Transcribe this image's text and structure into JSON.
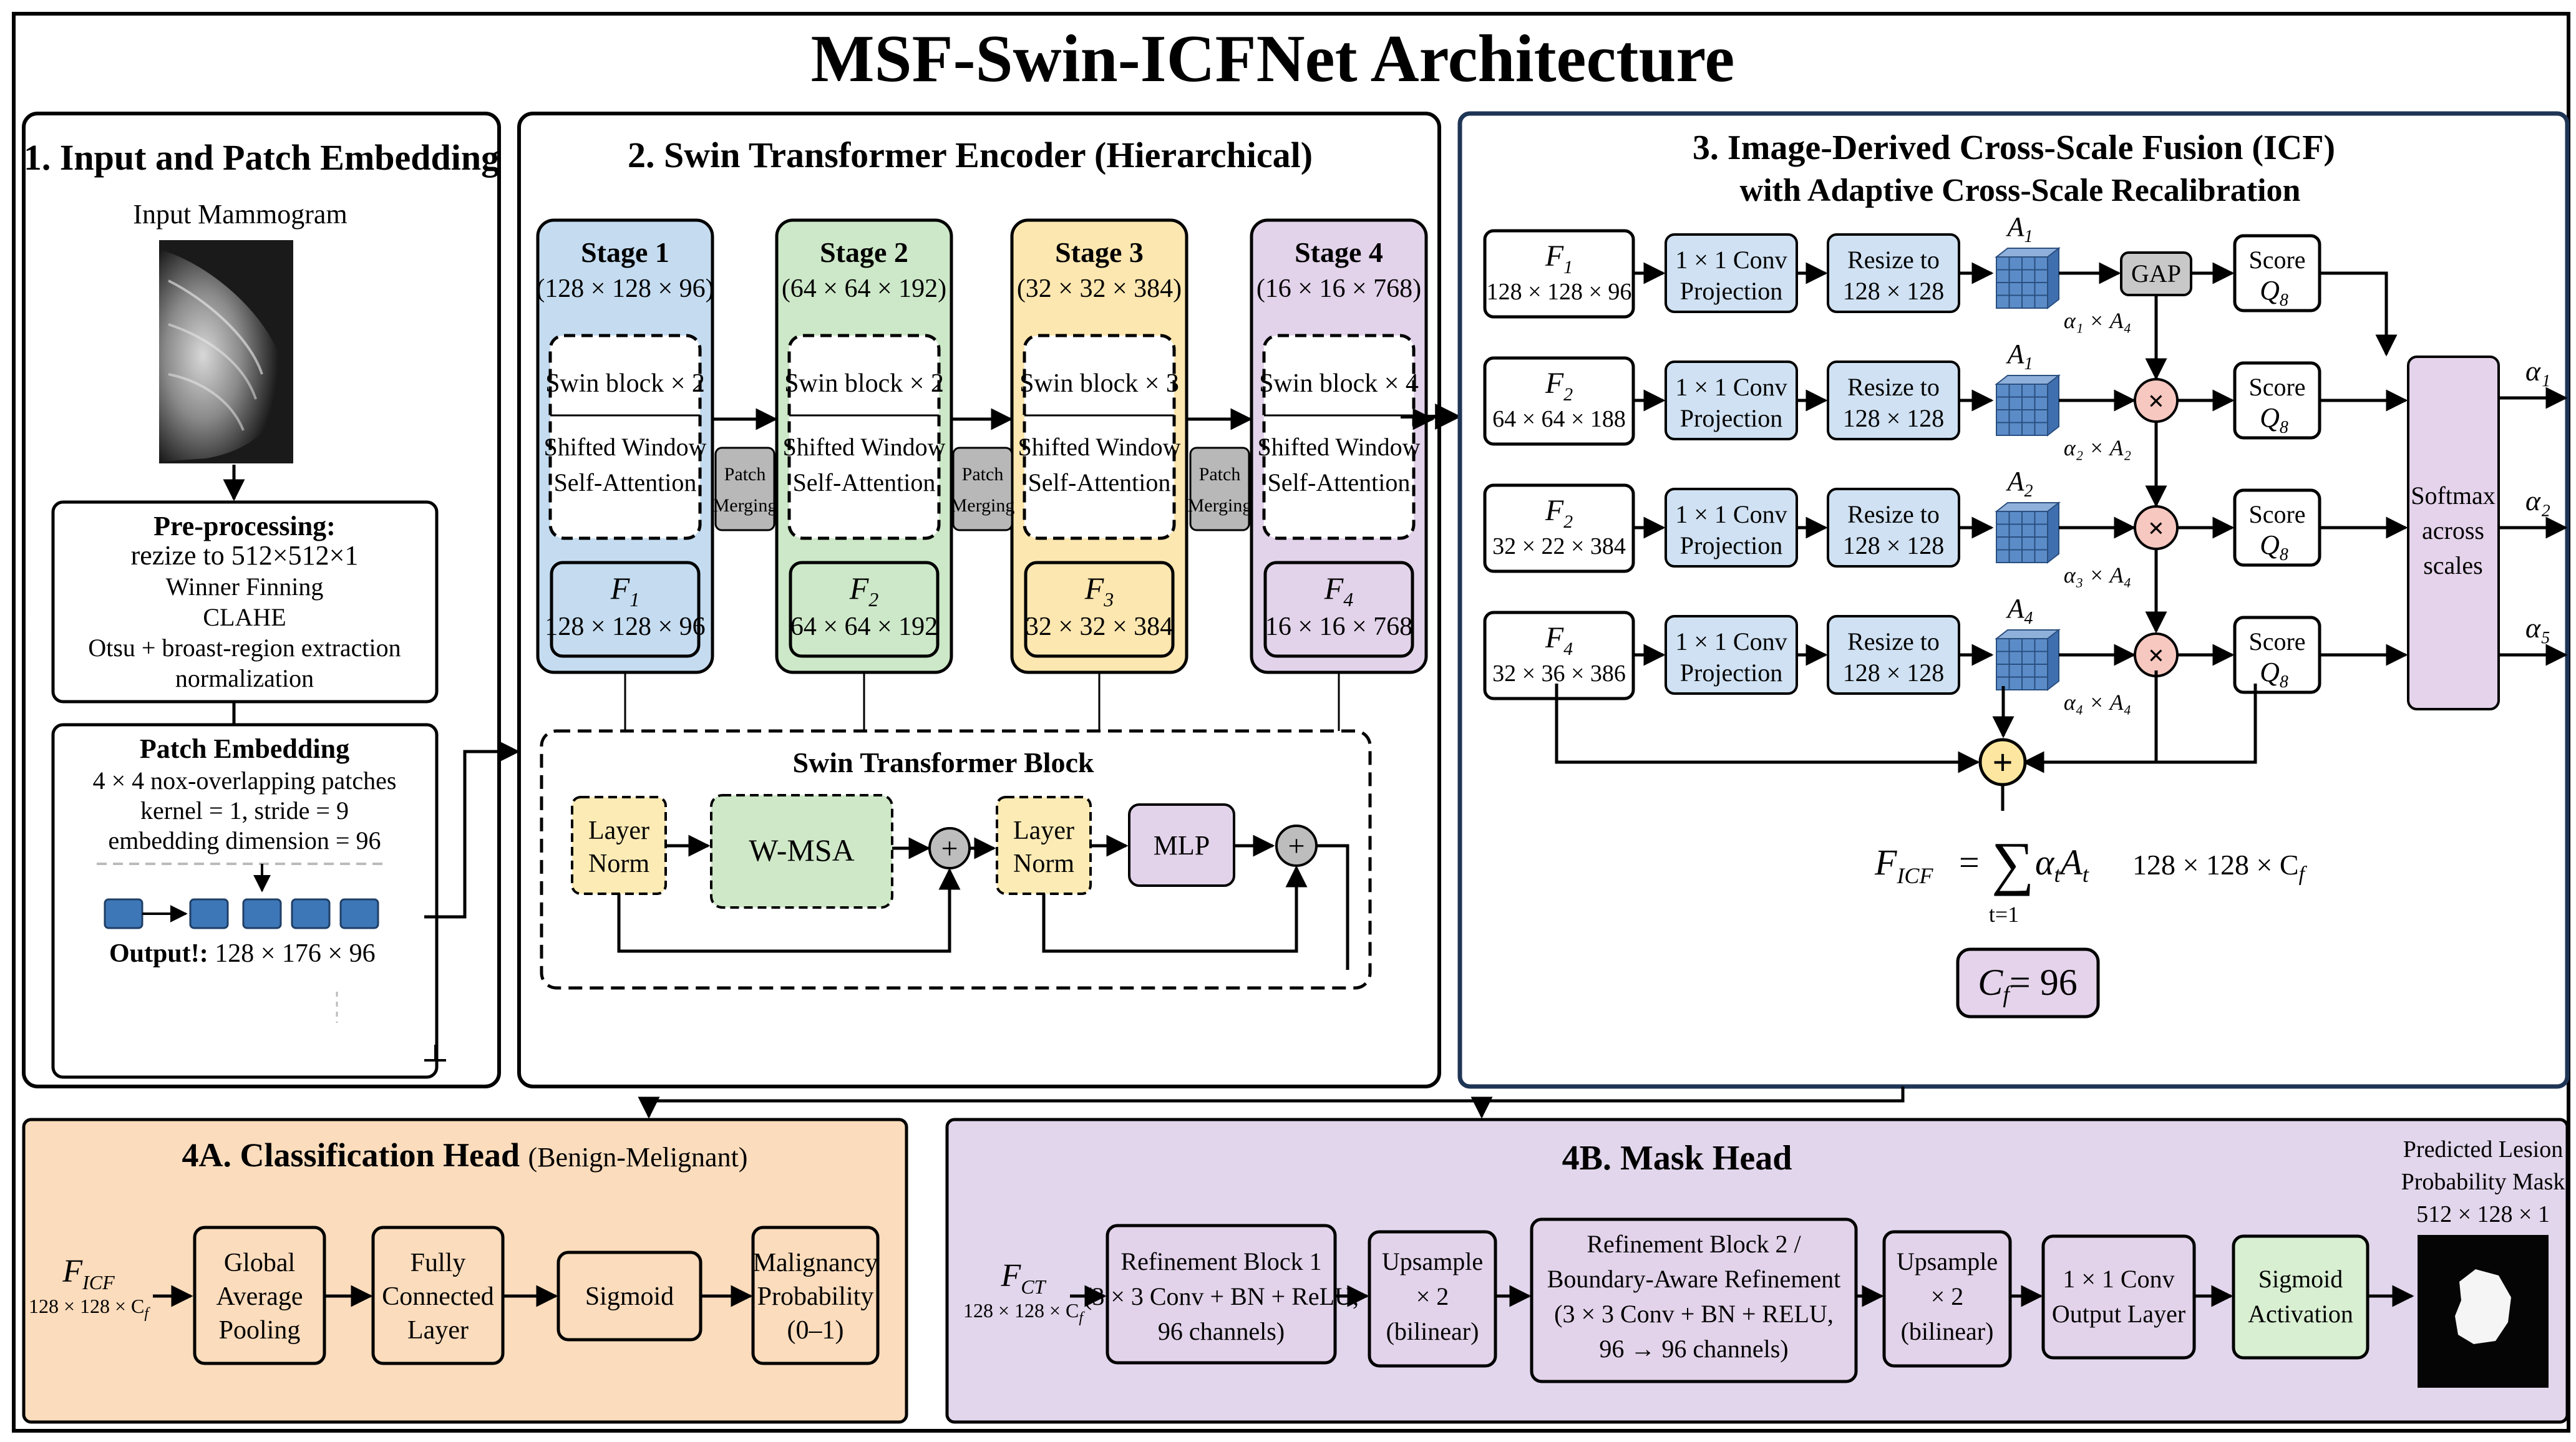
{
  "title": "MSF-Swin-ICFNet Architecture",
  "colors": {
    "stage1": "#c5dcf0",
    "stage2": "#cde8c8",
    "stage3": "#fde7b0",
    "stage4": "#e2d3ea",
    "panel4a": "#fbdcbc",
    "panel4b": "#e2d6ec",
    "module": "#cfe1f2",
    "ln": "#fdebb5",
    "wmsa": "#cfe8c8",
    "mlp": "#e2d3ea",
    "sigmoid_green": "#d8efd2",
    "mult": "#f7c8c0",
    "add": "#fde7a0",
    "gap": "#c8c8c8",
    "merge": "#b8b8b8",
    "softmax": "#e4d3ea"
  },
  "p1": {
    "title": "1. Input and Patch Embedding",
    "input_label": "Input Mammogram",
    "pre_title": "Pre-processing:",
    "pre_lines": [
      "rezize to 512×512×1",
      "Winner Finning",
      "CLAHE",
      "Otsu + broast-region extraction",
      "normalization"
    ],
    "patch_title": "Patch Embedding",
    "patch_lines": [
      "4 × 4 nox-overlapping patches",
      "kernel = 1, stride = 9",
      "embedding dimension = 96"
    ],
    "output_label": "Output!:",
    "output_value": "128 × 176 × 96"
  },
  "p2": {
    "title": "2. Swin Transformer Encoder (Hierarchical)",
    "stages": [
      {
        "name": "Stage 1",
        "dims": "(128 × 128 × 96)",
        "block": "Swin block × 2",
        "attn1": "Shifted Window",
        "attn2": "Self-Attention",
        "feat": "F",
        "sub": "1",
        "fdims": "128 × 128 × 96"
      },
      {
        "name": "Stage 2",
        "dims": "(64 × 64 × 192)",
        "block": "Swin block × 2",
        "attn1": "Shifted Window",
        "attn2": "Self-Attention",
        "feat": "F",
        "sub": "2",
        "fdims": "64 × 64 × 192"
      },
      {
        "name": "Stage 3",
        "dims": "(32 × 32 × 384)",
        "block": "Swin block × 3",
        "attn1": "Shifted Window",
        "attn2": "Self-Attention",
        "feat": "F",
        "sub": "3",
        "fdims": "32 × 32 × 384"
      },
      {
        "name": "Stage 4",
        "dims": "(16 × 16 × 768)",
        "block": "Swin block × 4",
        "attn1": "Shifted Window",
        "attn2": "Self-Attention",
        "feat": "F",
        "sub": "4",
        "fdims": "16 × 16 × 768"
      }
    ],
    "merge1": "Patch",
    "merge2": "Merging",
    "block_title": "Swin Transformer Block",
    "ln1": "Layer",
    "ln2": "Norm",
    "wmsa": "W-MSA",
    "mlp": "MLP",
    "plus": "+"
  },
  "p3": {
    "title1": "3. Image-Derived Cross-Scale Fusion (ICF)",
    "title2": "with Adaptive Cross-Scale Recalibration",
    "rows": [
      {
        "f": "F",
        "fsub": "1",
        "fdims": "128 × 128 × 96",
        "A": "A",
        "Asub": "1",
        "score": "Score",
        "q": "Q",
        "qsub": "8"
      },
      {
        "f": "F",
        "fsub": "2",
        "fdims": "64 × 64 × 188",
        "A": "A",
        "Asub": "1",
        "score": "Score",
        "q": "Q",
        "qsub": "8"
      },
      {
        "f": "F",
        "fsub": "2",
        "fdims": "32 × 22 × 384",
        "A": "A",
        "Asub": "2",
        "score": "Score",
        "q": "Q",
        "qsub": "8"
      },
      {
        "f": "F",
        "fsub": "4",
        "fdims": "32 × 36 × 386",
        "A": "A",
        "Asub": "4",
        "score": "Score",
        "q": "Q",
        "qsub": "8"
      }
    ],
    "conv1": "1 × 1 Conv",
    "conv2": "Projection",
    "resize1": "Resize to",
    "resize2": "128 × 128",
    "gap": "GAP",
    "products": [
      "α₁ × A₄",
      "α₂ × A₂",
      "α₃ × A₄",
      "α₄ × A₄"
    ],
    "softmax": [
      "Softmax",
      "across",
      "scales"
    ],
    "alphas": [
      "α₁",
      "α₂",
      "α₅"
    ],
    "mult": "×",
    "plus": "+",
    "formula_lhs": "F",
    "formula_lhs_sub": "ICF",
    "formula_eq": "=",
    "formula_sigma": "∑",
    "formula_top": "",
    "formula_bottom": "t=1",
    "formula_term": "α",
    "formula_term_sub": "t",
    "formula_term2": "A",
    "formula_term2_sub": "t",
    "formula_dims": "128 × 128 × C",
    "formula_dims_sub": "f",
    "cf_label": "C",
    "cf_sub": "f",
    "cf_value": "= 96"
  },
  "p4a": {
    "title": "4A. Classification Head",
    "title_suffix": "(Benign-Melignant)",
    "input": "F",
    "input_sub": "ICF",
    "input_dims": "128 × 128 × C",
    "input_dims_sub": "f",
    "boxes": [
      [
        "Global",
        "Average",
        "Pooling"
      ],
      [
        "Fully",
        "Connected",
        "Layer"
      ],
      [
        "Sigmoid"
      ],
      [
        "Malignancy",
        "Probability",
        "(0–1)"
      ]
    ]
  },
  "p4b": {
    "title": "4B. Mask Head",
    "input": "F",
    "input_sub": "CT",
    "input_dims": "128 × 128 × C",
    "input_dims_sub": "f",
    "boxes": [
      [
        "Refinement Block 1",
        "(3 × 3 Conv + BN + ReLU,",
        "96 channels)"
      ],
      [
        "Upsample",
        "× 2",
        "(bilinear)"
      ],
      [
        "Refinement Block 2 /",
        "Boundary-Aware Refinement",
        "(3 × 3 Conv + BN + RELU,",
        "96 → 96 channels)"
      ],
      [
        "Upsample",
        "× 2",
        "(bilinear)"
      ],
      [
        "1 × 1 Conv",
        "Output Layer"
      ],
      [
        "Sigmoid",
        "Activation"
      ]
    ],
    "mask_title": [
      "Predicted Lesion",
      "Probability Mask",
      "512 × 128 × 1"
    ]
  }
}
